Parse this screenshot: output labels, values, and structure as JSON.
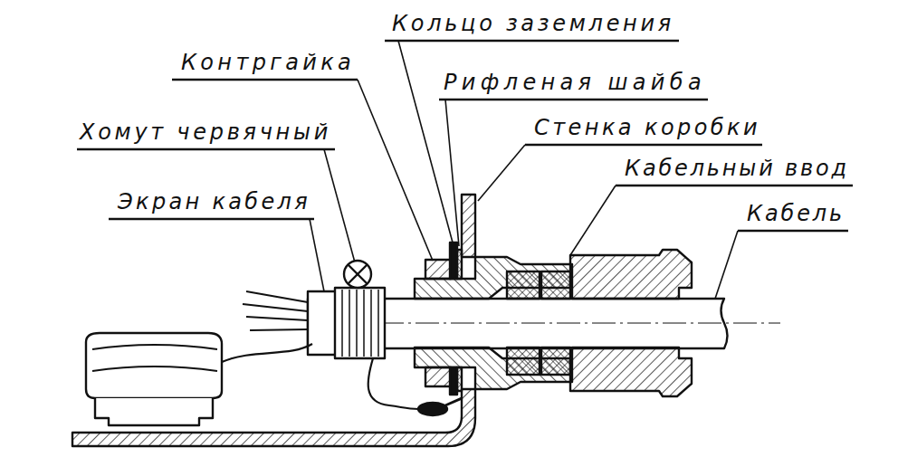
{
  "diagram": {
    "labels": [
      "Кольцо заземления",
      "Контргайка",
      "Рифленая шайба",
      "Хомут червячный",
      "Стенка коробки",
      "Кабельный ввод",
      "Экран кабеля",
      "Кабель"
    ]
  }
}
